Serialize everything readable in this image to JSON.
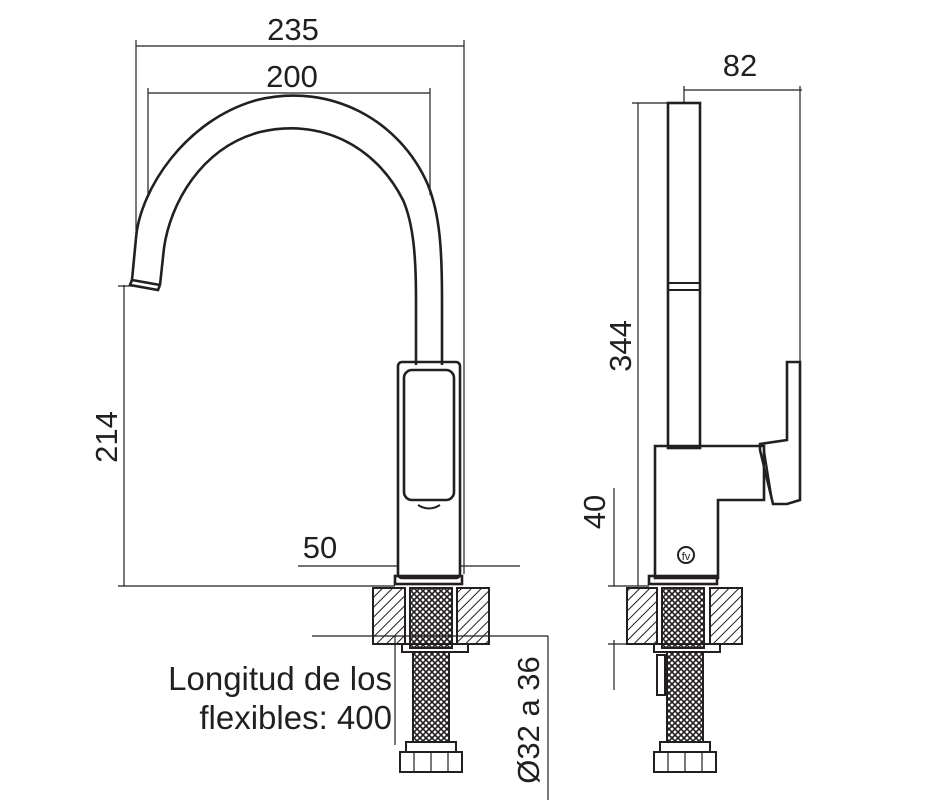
{
  "dimensions": {
    "overall_width": "235",
    "spout_reach": "200",
    "spout_height": "214",
    "base_diameter": "50",
    "side_depth": "82",
    "total_height": "344",
    "base_height": "40",
    "hole_diameter": "Ø32 a 36"
  },
  "note": {
    "line1": "Longitud de los",
    "line2": "flexibles: 400"
  },
  "logo_text": "fv"
}
